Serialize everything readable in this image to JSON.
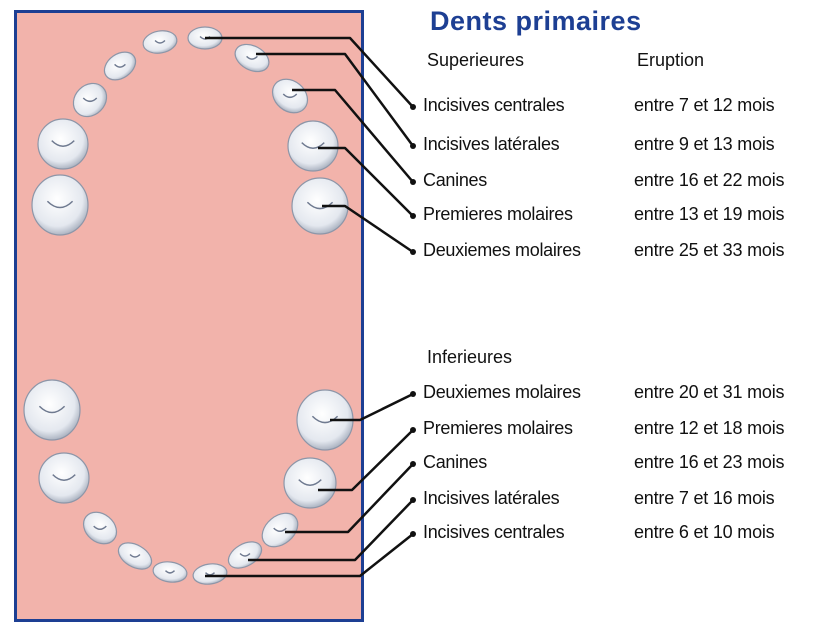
{
  "title": "Dents primaires",
  "colors": {
    "gum": "#f2b3ab",
    "frame": "#1d3f93",
    "title": "#1d3f93",
    "tooth": "#eef0f4",
    "leader": "#111111"
  },
  "upper": {
    "heading": "Superieures",
    "eruption_heading": "Eruption",
    "rows": [
      {
        "name": "Incisives centrales",
        "age": "entre 7 et 12 mois"
      },
      {
        "name": "Incisives latérales",
        "age": "entre 9 et 13 mois"
      },
      {
        "name": "Canines",
        "age": "entre 16 et 22 mois"
      },
      {
        "name": "Premieres molaires",
        "age": "entre 13 et 19 mois"
      },
      {
        "name": "Deuxiemes molaires",
        "age": "entre 25 et 33 mois"
      }
    ]
  },
  "lower": {
    "heading": "Inferieures",
    "rows": [
      {
        "name": "Deuxiemes molaires",
        "age": "entre 20 et 31 mois"
      },
      {
        "name": "Premieres molaires",
        "age": "entre 12 et 18 mois"
      },
      {
        "name": "Canines",
        "age": "entre 16 et 23 mois"
      },
      {
        "name": "Incisives latérales",
        "age": "entre 7 et 16 mois"
      },
      {
        "name": "Incisives centrales",
        "age": "entre 6 et 10 mois"
      }
    ]
  }
}
